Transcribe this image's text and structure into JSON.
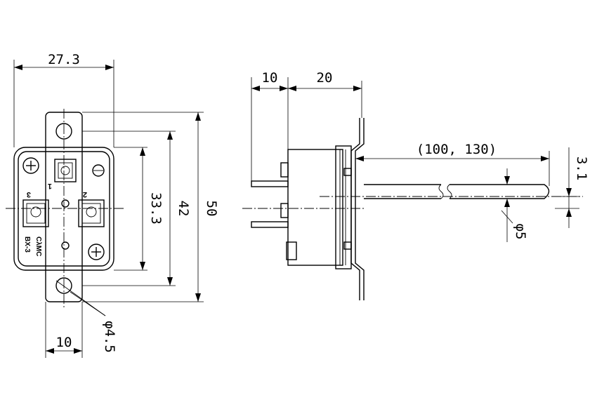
{
  "dimensions": {
    "front_width": "27.3",
    "front_height_inner": "33.3",
    "front_height_mid": "42",
    "front_height_total": "50",
    "hole_spacing_width": "10",
    "mount_hole_dia": "φ4.5",
    "side_terminal_len": "10",
    "side_body_len": "20",
    "probe_length": "(100, 130)",
    "probe_dia": "φ5",
    "probe_offset": "3.1"
  },
  "terminals": {
    "t1": "1",
    "t2": "2",
    "t3": "3"
  },
  "marking": {
    "brand": "CλMC",
    "model": "BX-3"
  }
}
